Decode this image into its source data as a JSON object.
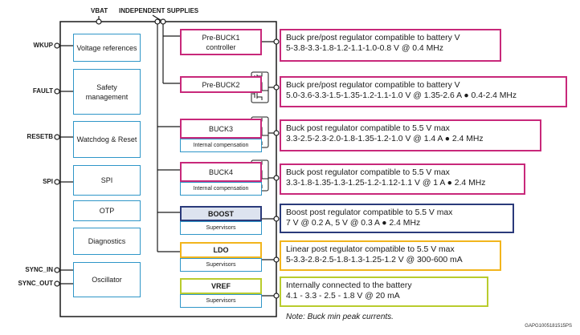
{
  "top_labels": {
    "vbat": "VBAT",
    "supplies": "INDEPENDENT SUPPLIES"
  },
  "pins": [
    "WKUP",
    "FAULT",
    "RESETB",
    "SPI",
    "SYNC_IN",
    "SYNC_OUT"
  ],
  "left_blocks": [
    "Voltage references",
    "Safety management",
    "Watchdog & Reset",
    "SPI",
    "OTP",
    "Diagnostics",
    "Oscillator"
  ],
  "regulators": [
    {
      "name": "Pre-BUCK1 controller",
      "sub": "",
      "color": "#c8287a",
      "desc": [
        "Buck pre/post regulator compatible to battery V",
        "5-3.8-3.3-1.8-1.2-1.1-1.0-0.8 V @ 0.4 MHz"
      ]
    },
    {
      "name": "Pre-BUCK2",
      "sub": "",
      "color": "#c8287a",
      "desc": [
        "Buck pre/post regulator compatible to battery V",
        "5.0-3.6-3.3-1.5-1.35-1.2-1.1-1.0 V @ 1.35-2.6 A ● 0.4-2.4 MHz"
      ]
    },
    {
      "name": "BUCK3",
      "sub": "Internal compensation",
      "color": "#c8287a",
      "desc": [
        "Buck post regulator compatible to 5.5 V max",
        "3.3-2.5-2.3-2.0-1.8-1.35-1.2-1.0 V @ 1.4 A ● 2.4 MHz"
      ]
    },
    {
      "name": "BUCK4",
      "sub": "Internal compensation",
      "color": "#c8287a",
      "desc": [
        "Buck post regulator compatible to 5.5 V max",
        "3.3-1.8-1.35-1.3-1.25-1.2-1.12-1.1 V @ 1 A ● 2.4 MHz"
      ]
    },
    {
      "name": "BOOST",
      "sub": "Supervisors",
      "color": "#2b3a7a",
      "desc": [
        "Boost post regulator compatible to 5.5 V max",
        "7 V @ 0.2 A, 5 V @ 0.3 A ● 2.4 MHz"
      ]
    },
    {
      "name": "LDO",
      "sub": "Supervisors",
      "color": "#f2b51c",
      "desc": [
        "Linear post regulator compatible to 5.5 V max",
        "5-3.3-2.8-2.5-1.8-1.3-1.25-1.2 V @ 300-600 mA"
      ]
    },
    {
      "name": "VREF",
      "sub": "Supervisors",
      "color": "#b9cc2d",
      "desc": [
        "Internally connected to the battery",
        "4.1 - 3.3 - 2.5 - 1.8 V @ 20 mA"
      ]
    }
  ],
  "note": "Note: Buck min peak currents.",
  "figure_ref": "GAPG1005181515PS"
}
